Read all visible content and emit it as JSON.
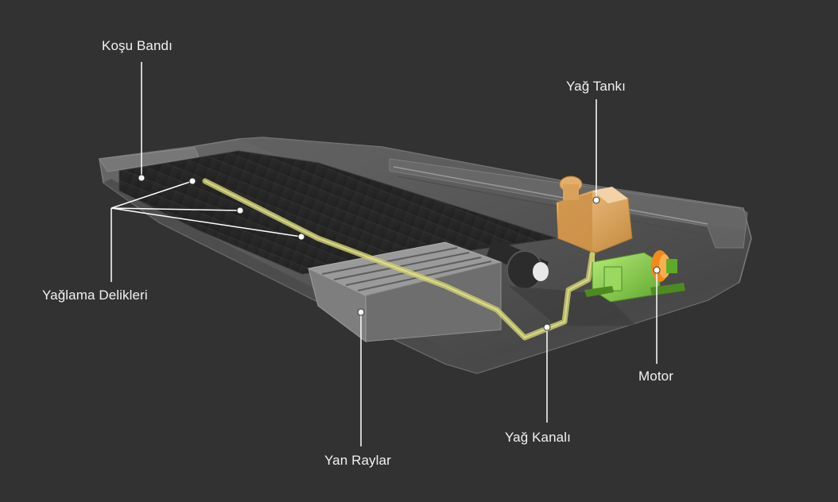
{
  "labels": {
    "running_belt": "Koşu Bandı",
    "oil_tank": "Yağ Tankı",
    "lubrication_holes": "Yağlama Delikleri",
    "motor": "Motor",
    "oil_channel": "Yağ Kanalı",
    "side_rails": "Yan Raylar"
  },
  "colors": {
    "background": "#323232",
    "oil_tank": "#d9a25a",
    "motor": "#8fd14f",
    "motor_ring": "#f08a1c",
    "oil_channel": "#c9c970",
    "leader_lines": "#ffffff"
  }
}
